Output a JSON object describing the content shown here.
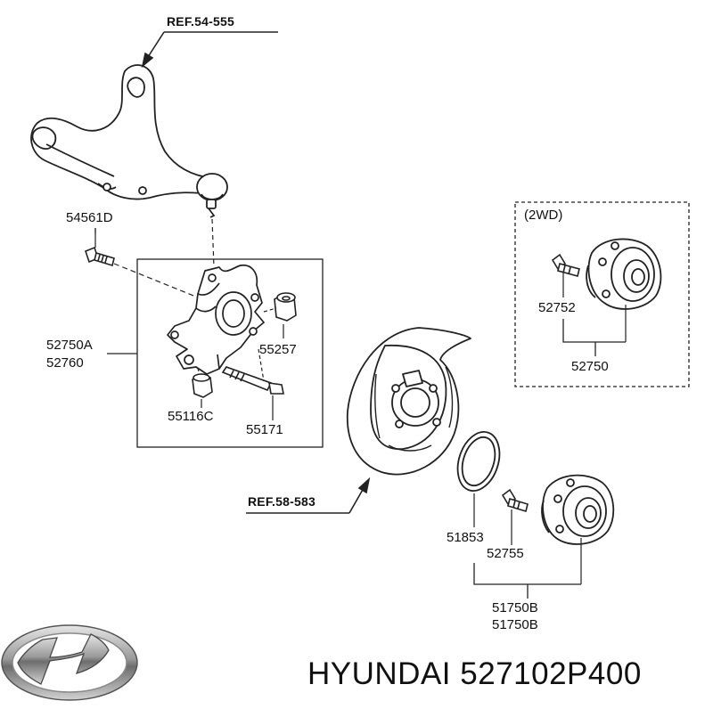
{
  "references": {
    "upper_arm": "REF.54-555",
    "brake_shield": "REF.58-583"
  },
  "parts": {
    "bolt_upper": "54561D",
    "knuckle_a": "52750A",
    "knuckle_b": "52760",
    "bushing_upper": "55257",
    "bushing_lower": "55116C",
    "bolt_lower": "55171",
    "seal_ring": "51853",
    "hub_bolt": "52755",
    "hub_assy_1": "51750B",
    "hub_assy_2": "51750B"
  },
  "inset": {
    "title": "(2WD)",
    "bolt": "52752",
    "hub": "52750"
  },
  "footer": {
    "brand": "HYUNDAI",
    "part_number": "527102P400"
  },
  "icons": {
    "logo": "hyundai-logo-icon"
  }
}
